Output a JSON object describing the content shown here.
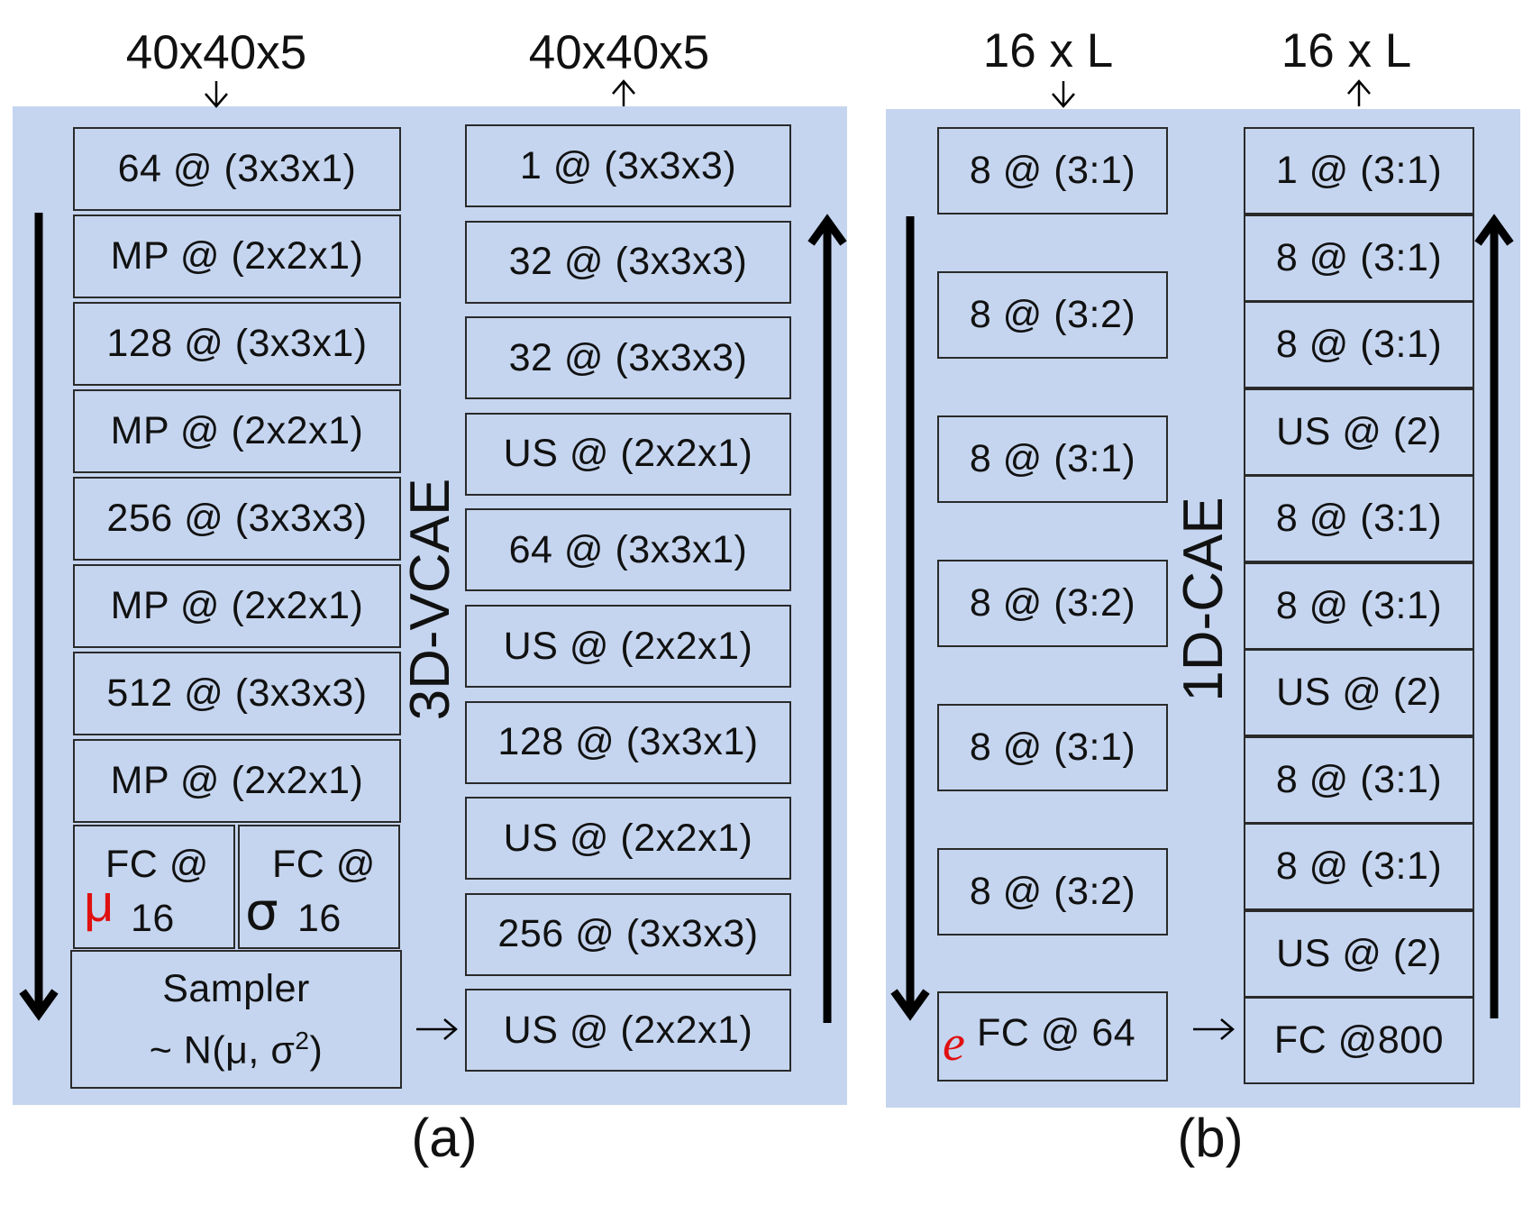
{
  "colors": {
    "panel": "#c5d5ef",
    "border": "#2a2a2a",
    "accent_red": "#e01010"
  },
  "panel_a": {
    "caption": "(a)",
    "label": "3D-VCAE",
    "input_dim": "40x40x5",
    "output_dim": "40x40x5",
    "encoder": [
      "64 @ (3x3x1)",
      "MP @ (2x2x1)",
      "128 @ (3x3x1)",
      "MP @ (2x2x1)",
      "256 @ (3x3x3)",
      "MP @ (2x2x1)",
      "512 @ (3x3x3)",
      "MP @ (2x2x1)"
    ],
    "fc_mu": {
      "line1": "FC @",
      "symbol": "μ",
      "value": "16"
    },
    "fc_sigma": {
      "line1": "FC @",
      "symbol": "σ",
      "value": "16"
    },
    "sampler": {
      "line1": "Sampler",
      "line2": "~ N(μ, σ",
      "sup": "2",
      "line2_end": ")"
    },
    "decoder": [
      "1 @ (3x3x3)",
      "32 @ (3x3x3)",
      "32 @ (3x3x3)",
      "US @ (2x2x1)",
      "64 @ (3x3x1)",
      "US @ (2x2x1)",
      "128 @ (3x3x1)",
      "US @ (2x2x1)",
      "256 @ (3x3x3)",
      "US @ (2x2x1)"
    ]
  },
  "panel_b": {
    "caption": "(b)",
    "label": "1D-CAE",
    "input_dim": "16 x L",
    "output_dim": "16 x L",
    "encoder": [
      "8 @ (3:1)",
      "8 @ (3:2)",
      "8 @ (3:1)",
      "8 @ (3:2)",
      "8 @ (3:1)",
      "8 @ (3:2)"
    ],
    "fc": {
      "symbol": "e",
      "text": "FC @ 64"
    },
    "decoder": [
      "1 @ (3:1)",
      "8 @ (3:1)",
      "8 @ (3:1)",
      "US @ (2)",
      "8 @ (3:1)",
      "8 @ (3:1)",
      "US @ (2)",
      "8 @ (3:1)",
      "8 @ (3:1)",
      "US @ (2)",
      "FC @800"
    ]
  }
}
